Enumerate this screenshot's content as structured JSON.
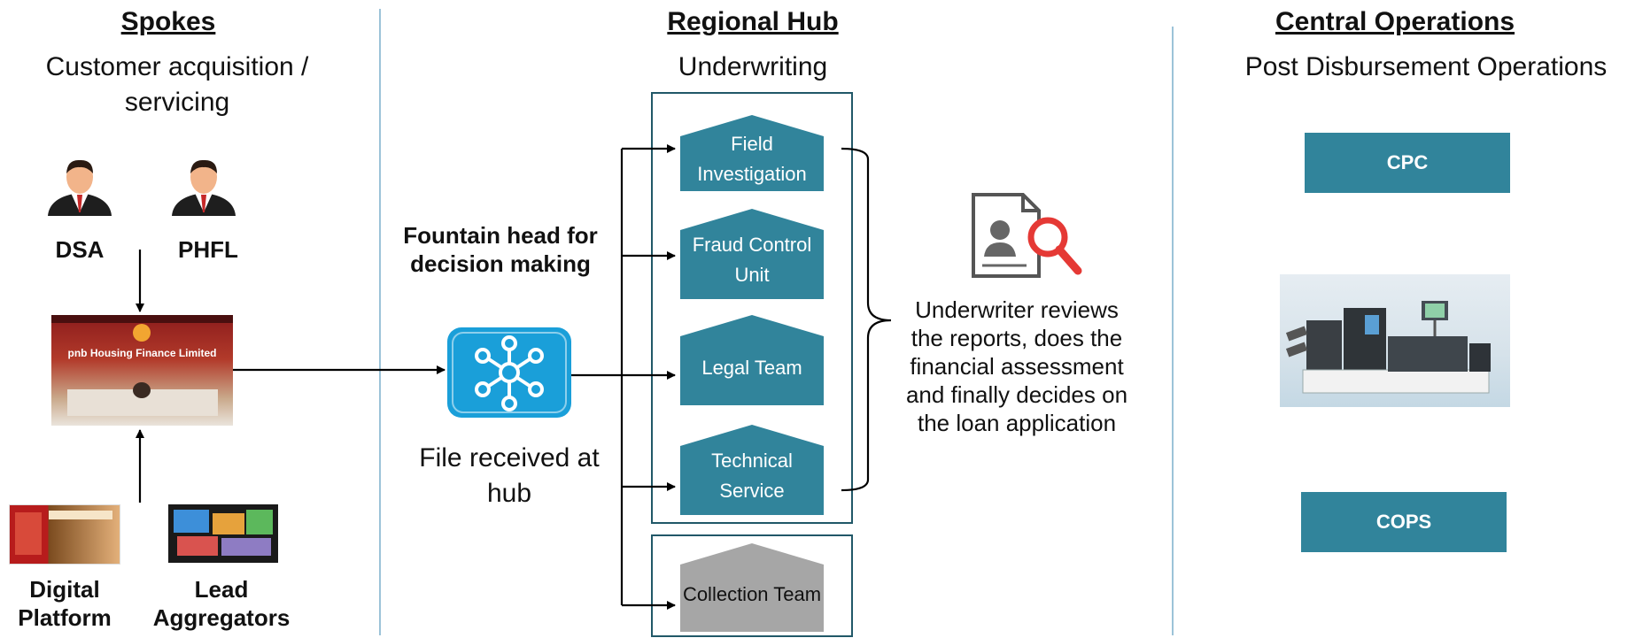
{
  "spokes": {
    "title": "Spokes",
    "subtitle": "Customer acquisition / servicing",
    "dsa_label": "DSA",
    "phfl_label": "PHFL",
    "branch_sign": "pnb Housing Finance Limited",
    "digital_label": "Digital Platform",
    "lead_label": "Lead Aggregators"
  },
  "fountain": {
    "title": "Fountain head for decision making",
    "caption": "File received at hub"
  },
  "hub": {
    "title": "Regional Hub",
    "subtitle": "Underwriting",
    "teams": [
      {
        "label": "Field Investigation",
        "color": "#31849b"
      },
      {
        "label": "Fraud Control Unit",
        "color": "#31849b"
      },
      {
        "label": "Legal Team",
        "color": "#31849b"
      },
      {
        "label": "Technical Service",
        "color": "#31849b"
      },
      {
        "label": "Collection Team",
        "color": "#a6a6a6"
      }
    ],
    "review_text": "Underwriter reviews the reports, does the financial assessment and finally decides on the loan application"
  },
  "central": {
    "title": "Central Operations",
    "subtitle": "Post Disbursement Operations",
    "cpc_label": "CPC",
    "cops_label": "COPS"
  },
  "colors": {
    "teal": "#31849b",
    "grey": "#a6a6a6",
    "divider": "#9cc3d8",
    "icon_blue": "#1a9fd9",
    "search_red": "#e53935"
  }
}
